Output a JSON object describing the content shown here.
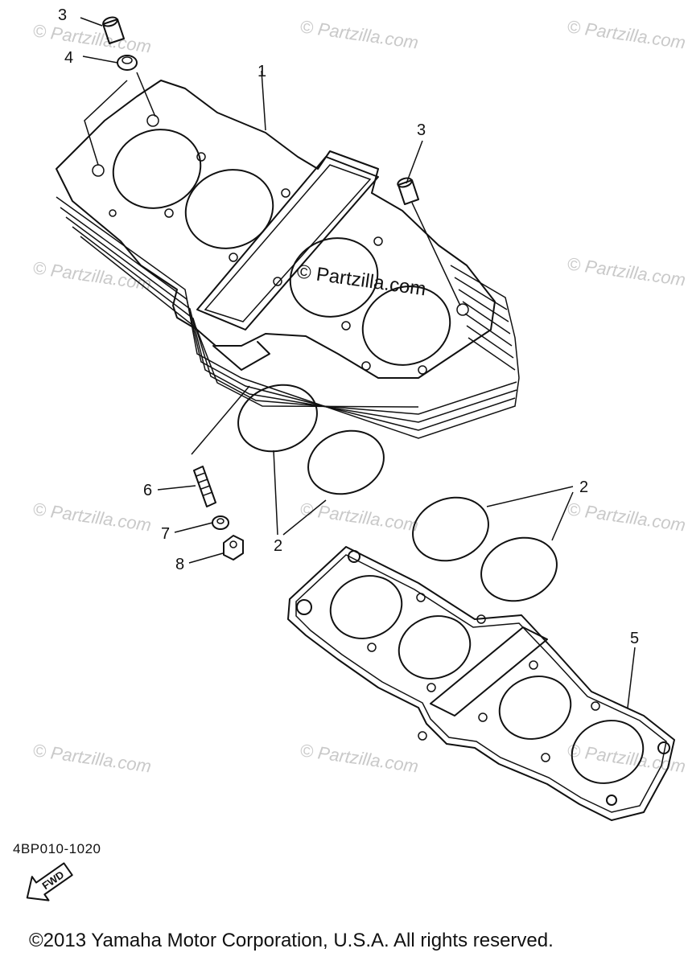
{
  "watermark": "© Partzilla.com",
  "center_watermark": "© Partzilla.com",
  "callouts": {
    "c1": "1",
    "c2a": "2",
    "c2b": "2",
    "c3a": "3",
    "c3b": "3",
    "c4": "4",
    "c5": "5",
    "c6": "6",
    "c7": "7",
    "c8": "8"
  },
  "fwd_label": "FWD",
  "diagram_code": "4BP010-1020",
  "copyright": "©2013 Yamaha Motor Corporation, U.S.A. All rights reserved."
}
